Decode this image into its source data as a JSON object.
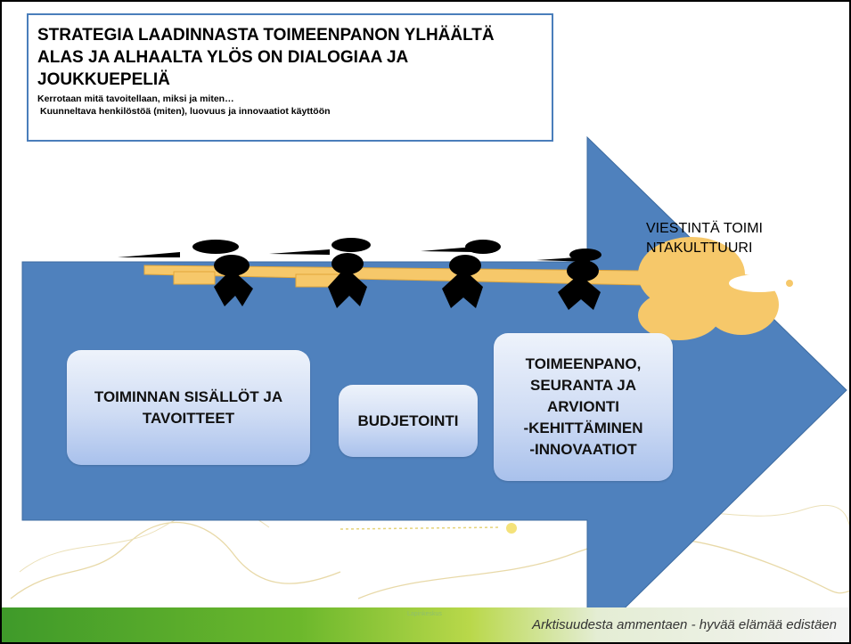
{
  "title": {
    "heading": "STRATEGIA LAADINNASTA TOIMEENPANON YLHÄÄLTÄ ALAS JA ALHAALTA YLÖS ON DIALOGIAA JA JOUKKUEPELIÄ",
    "sub1": "Kerrotaan mitä tavoitellaan, miksi ja miten…",
    "sub2": "Kuunneltava henkilöstöä (miten), luovuus ja innovaatiot käyttöön"
  },
  "cards": [
    {
      "label": "TOIMINNAN SISÄLLÖT JA TAVOITTEET"
    },
    {
      "label": "BUDJETOINTI"
    },
    {
      "label": "TOIMEENPANO,\nSEURANTA JA\nARVIONTI\n-KEHITTÄMINEN\n-INNOVAATIOT"
    }
  ],
  "key": {
    "label": "VIESTINTÄ TOIMINTAKULTTUURI"
  },
  "footer": {
    "small": "Lapinkeskus",
    "tagline": "Arktisuudesta ammentaen - hyvää elämää edistäen"
  },
  "colors": {
    "arrow": "#4f81bd",
    "key": "#f6c86a",
    "title_border": "#4a7ebb"
  },
  "icons": [
    "map-background",
    "figure-icon",
    "key-icon"
  ]
}
